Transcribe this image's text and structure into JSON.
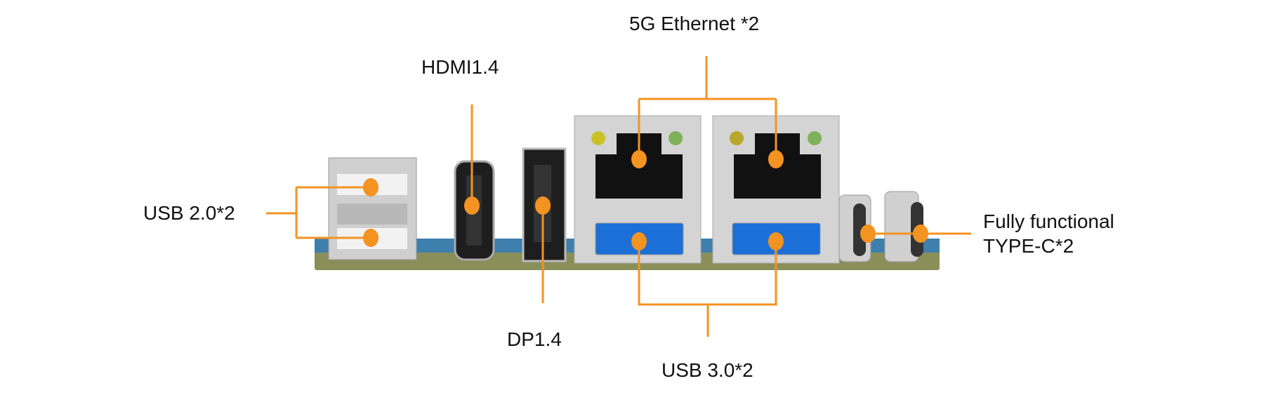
{
  "labels": {
    "ethernet": "5G Ethernet *2",
    "hdmi": "HDMI1.4",
    "usb2": "USB 2.0*2",
    "dp": "DP1.4",
    "usb3": "USB 3.0*2",
    "typec_line1": "Fully functional",
    "typec_line2": "TYPE-C*2"
  },
  "colors": {
    "callout": "#f39322",
    "pcb": "#3f7fae",
    "metal": "#c9c9c9",
    "usb3_blue": "#1c6fd6"
  }
}
